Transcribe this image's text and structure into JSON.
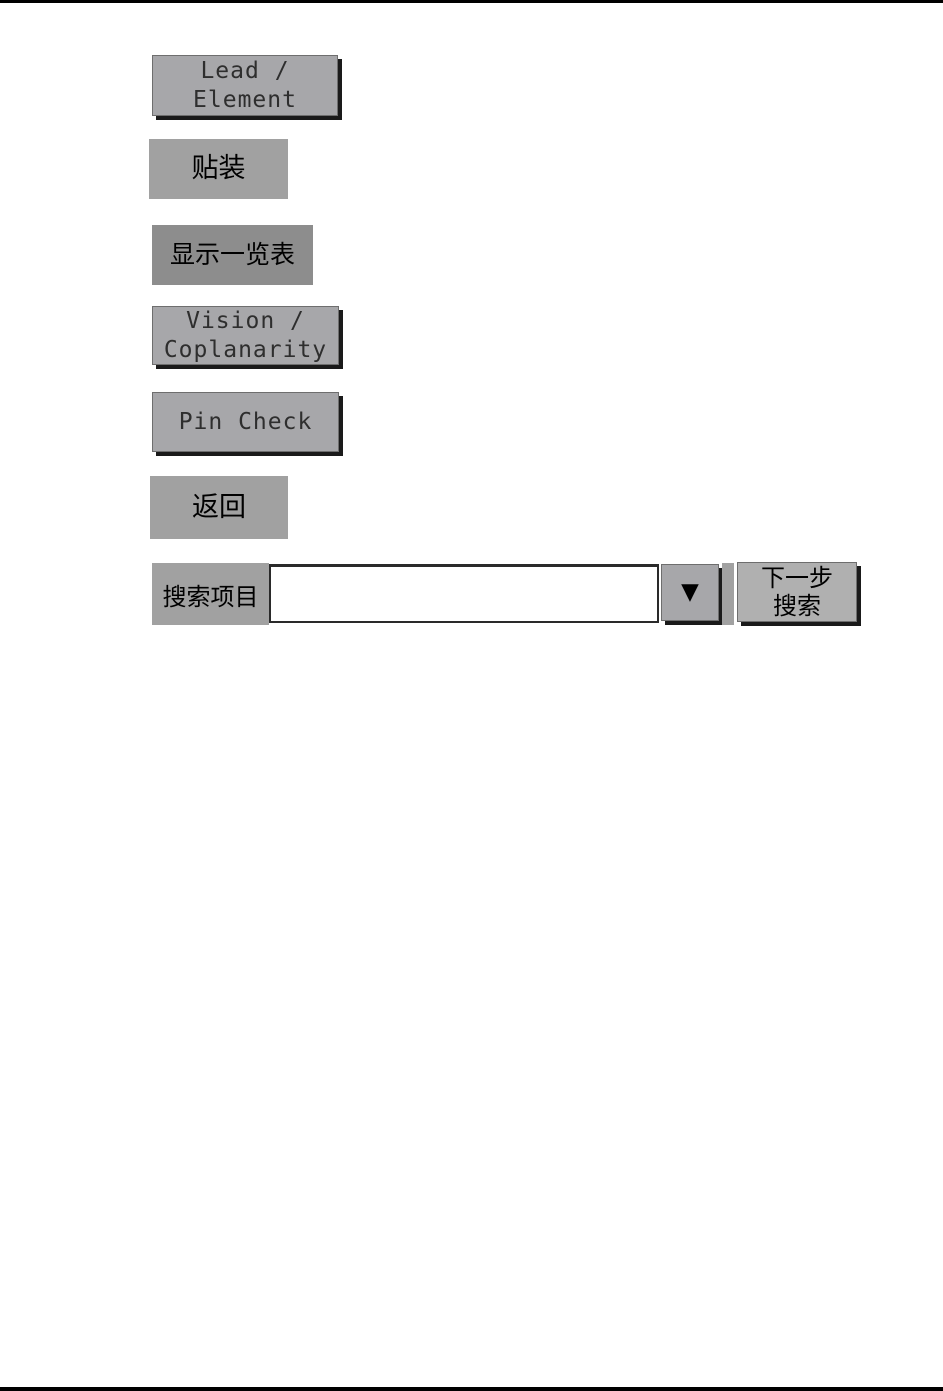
{
  "buttons": {
    "lead_element": {
      "line1": "Lead /",
      "line2": "Element"
    },
    "mount": {
      "label": "贴装"
    },
    "display_list": {
      "label": "显示一览表"
    },
    "vision_coplanarity": {
      "line1": "Vision /",
      "line2": "Coplanarity"
    },
    "pin_check": {
      "label": "Pin Check"
    },
    "back": {
      "label": "返回"
    }
  },
  "search": {
    "label": "搜索项目",
    "input_value": "",
    "dropdown_glyph": "▼",
    "next_button": {
      "line1": "下一步",
      "line2": "搜索"
    }
  },
  "colors": {
    "button_fill_3d": "#a7a7aa",
    "button_fill_flat": "#a1a1a1",
    "button_fill_pressed": "#8d8d8d",
    "button_shadow": "#1a1a1a",
    "next_button_fill": "#b0b0b0",
    "page_rule": "#000000",
    "input_border": "#2a2a2a"
  }
}
